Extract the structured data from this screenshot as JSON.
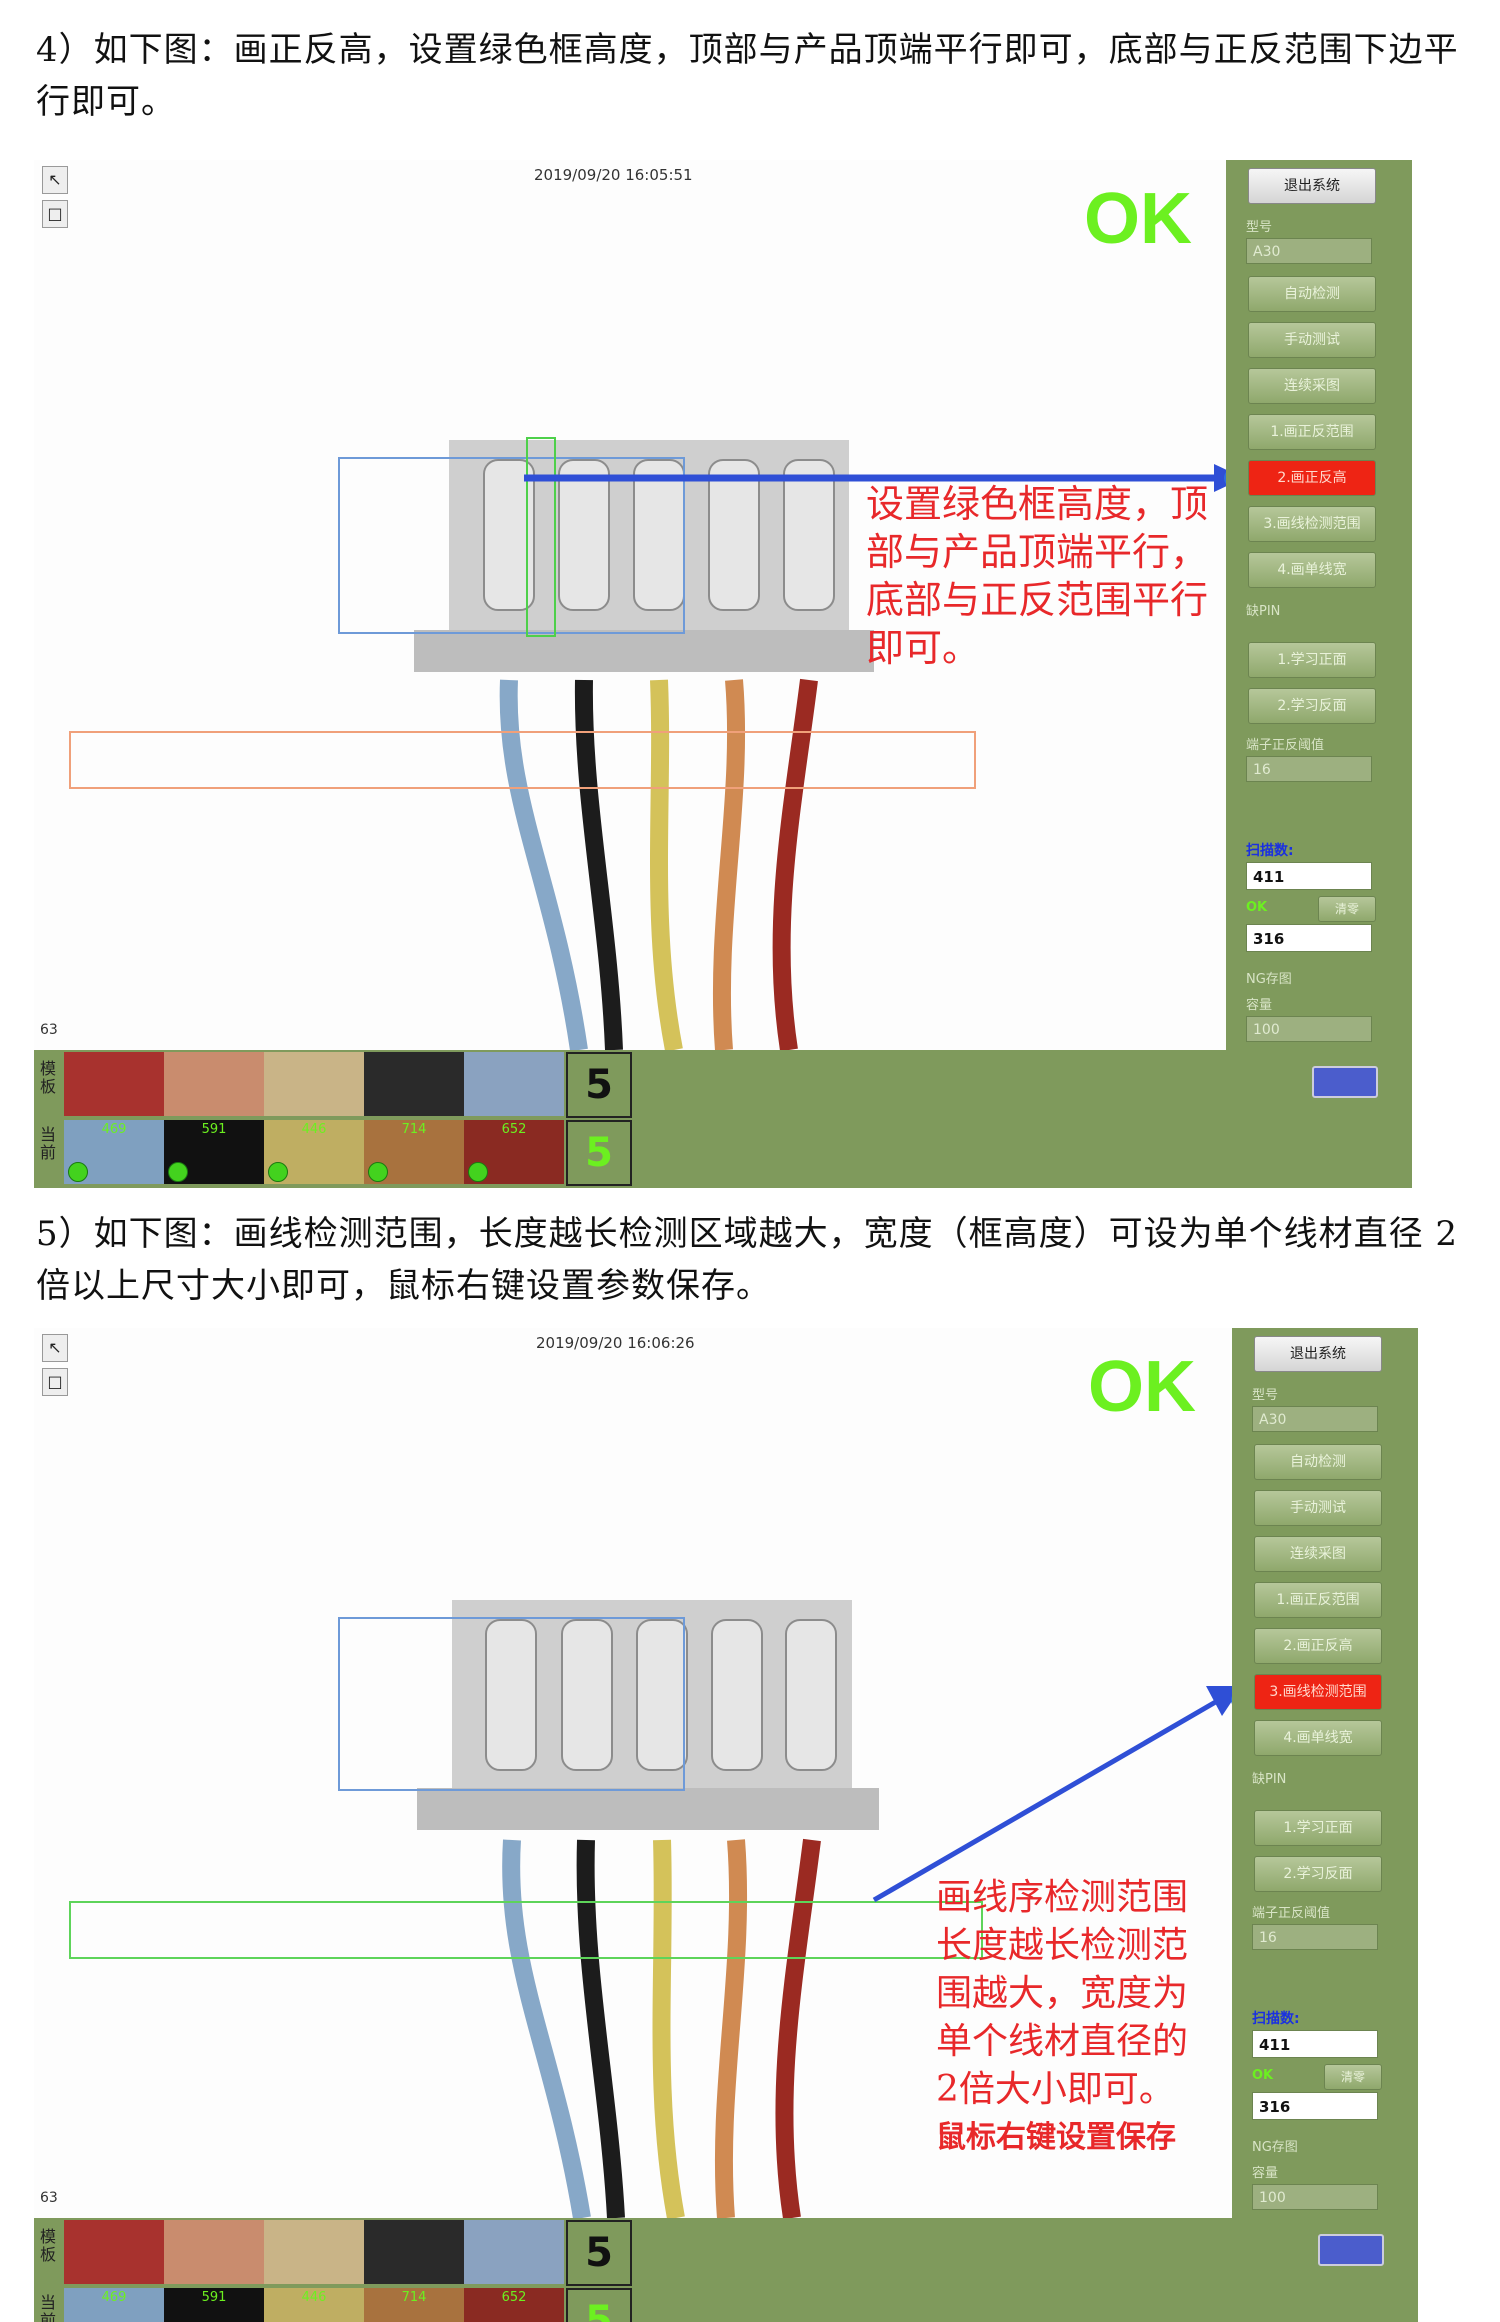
{
  "doc": {
    "para4": "4）如下图：画正反高，设置绿色框高度，顶部与产品顶端平行即可，底部与正反范围下边平行即可。",
    "para5": "5）如下图：画线检测范围，长度越长检测区域越大，宽度（框高度）可设为单个线材直径 2 倍以上尺寸大小即可，鼠标右键设置参数保存。"
  },
  "shots": [
    {
      "timestamp": "2019/09/20 16:05:51",
      "status": "OK",
      "counter": "63",
      "annotation": [
        "设置绿色框高度，顶",
        "部与产品顶端平行，",
        "底部与正反范围平行",
        "即可。"
      ],
      "annotation_extra": "",
      "active_button": "2.画正反高",
      "five": "5"
    },
    {
      "timestamp": "2019/09/20 16:06:26",
      "status": "OK",
      "counter": "63",
      "annotation": [
        "画线序检测范围",
        "长度越长检测范",
        "围越大，宽度为",
        "单个线材直径的",
        "2倍大小即可。"
      ],
      "annotation_extra": "鼠标右键设置保存",
      "active_button": "3.画线检测范围",
      "five": "5"
    }
  ],
  "panel": {
    "exit": "退出系统",
    "model_label": "型号",
    "model_value": "A30",
    "buttons": [
      "自动检测",
      "手动测试",
      "连续采图",
      "1.画正反范围",
      "2.画正反高",
      "3.画线检测范围",
      "4.画单线宽"
    ],
    "missing_pin": "缺PIN",
    "learn": [
      "1.学习正面",
      "2.学习反面"
    ],
    "threshold_label": "端子正反阈值",
    "threshold_value": "16",
    "scan_label": "扫描数:",
    "scan_value": "411",
    "ok_label": "OK",
    "clear": "清零",
    "ok_value": "316",
    "ng_label": "NG存图",
    "capacity_label": "容量",
    "capacity_value": "100"
  },
  "strip": {
    "template_label": "模板",
    "current_label": "当前",
    "current_values": [
      "469",
      "591",
      "446",
      "714",
      "652"
    ]
  },
  "colors": {
    "wires": [
      "#87a8c8",
      "#1c1c1c",
      "#d4c25a",
      "#d08a52",
      "#9b2a22"
    ],
    "template_swatches": [
      "#a8322e",
      "#c98c6e",
      "#c9b487",
      "#2a2a2a",
      "#8aa2c0"
    ],
    "current_swatches": [
      "#7fa0c0",
      "#111111",
      "#bfae62",
      "#a8723e",
      "#8a2a22"
    ],
    "annotation_red": "#e8282a",
    "arrow_blue": "#2f4fd6",
    "ok_green": "#6cf020"
  }
}
